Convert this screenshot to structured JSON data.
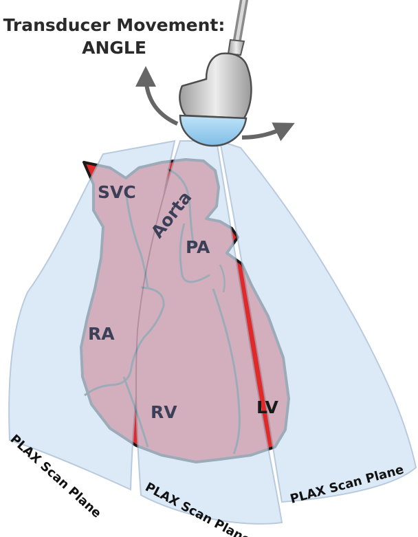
{
  "title": {
    "line1": "Transducer Movement:",
    "line2": "ANGLE"
  },
  "labels": {
    "svc": "SVC",
    "aorta": "Aorta",
    "pa": "PA",
    "ra": "RA",
    "rv": "RV",
    "lv": "LV"
  },
  "scan_planes": {
    "left": "PLAX Scan Plane",
    "center": "PLAX Scan Plane",
    "right": "PLAX Scan Plane"
  },
  "colors": {
    "heart_red": "#e02a2a",
    "heart_outline": "#1a1a1a",
    "scan_plane_fill": "#cfe3f6",
    "scan_plane_stroke": "#9fb7cf",
    "transducer_body": "#c9c9c9",
    "transducer_lens": "#9fd0f0",
    "arrow": "#666666"
  },
  "icons": {
    "transducer": "ultrasound-transducer-icon",
    "rotate_arrows": "curved-arrows-icon"
  }
}
